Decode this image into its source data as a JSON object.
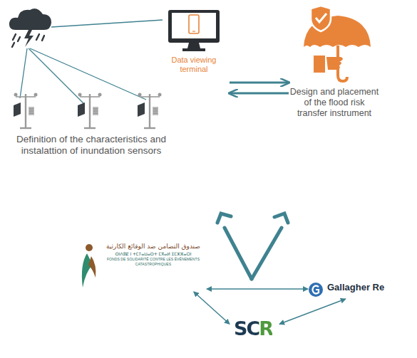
{
  "diagram": {
    "nodes": [
      {
        "text": [
          "Data viewing terminal"
        ]
      },
      {
        "text": [
          "Design and placement of the flood risk transfer instrument"
        ]
      },
      {
        "text": [
          "Definition of the characteristics and instalattion of inundation sensors"
        ]
      },
      {
        "text": [
          "صندوق التضامن ضد الوقائع الكارثية",
          "ⵙⵏⴷⵓⵇ ⵏ ⵜⵎⵢⴰⵡⴰⵙⵜ ⵎⴳⴰⵍ ⵉⵎⵣⵣⴰⵔⵏ",
          "FONDS DE SOLIDARITÉ CONTRE LES ÉVÉNEMENTS CATASTROPHIQUES"
        ]
      },
      {
        "text": [
          "Gallagher Re"
        ]
      },
      {
        "text": [
          "SCR"
        ]
      }
    ],
    "edges": [
      {
        "from": 0,
        "to": 1,
        "arrow": "to"
      },
      {
        "from": 1,
        "to": 0,
        "arrow": "to"
      },
      {
        "from": 3,
        "to": 4,
        "arrow": "both"
      },
      {
        "from": 3,
        "to": 5,
        "arrow": "both"
      },
      {
        "from": 4,
        "to": 5,
        "arrow": "both"
      }
    ]
  }
}
